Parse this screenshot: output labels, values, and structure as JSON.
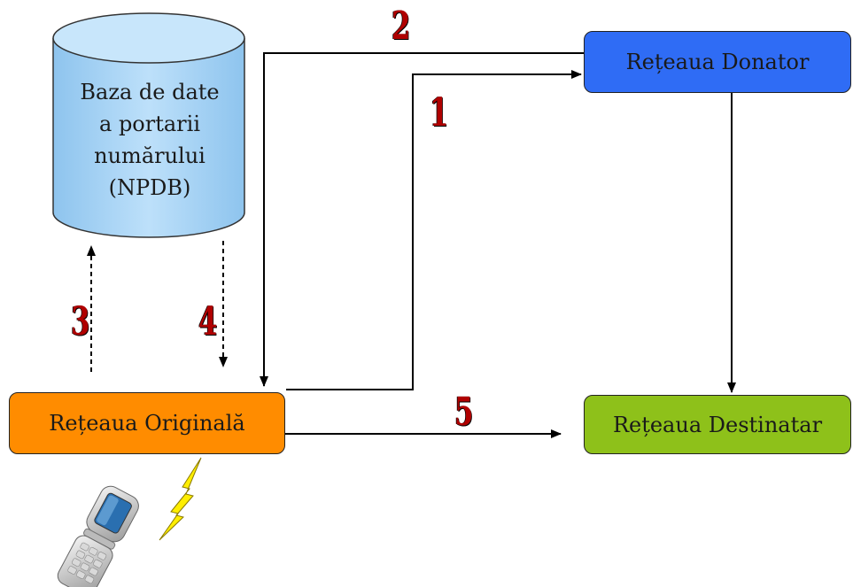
{
  "database": {
    "label_lines": [
      "Baza de date",
      "a portarii",
      "numărului",
      "(NPDB)"
    ]
  },
  "nodes": {
    "donor": "Rețeaua Donator",
    "origin": "Rețeaua Originală",
    "destination": "Rețeaua Destinatar"
  },
  "steps": {
    "s1": "1",
    "s2": "2",
    "s3": "3",
    "s4": "4",
    "s5": "5"
  },
  "colors": {
    "database_fill": "#a9d3f5",
    "donor_fill": "#2f6cf5",
    "origin_fill": "#ff8c00",
    "destination_fill": "#8ec11a",
    "step_number": "#b00000",
    "lightning": "#ffee00"
  },
  "icons": {
    "phone": "mobile-phone-icon",
    "signal": "lightning-bolt-icon"
  }
}
